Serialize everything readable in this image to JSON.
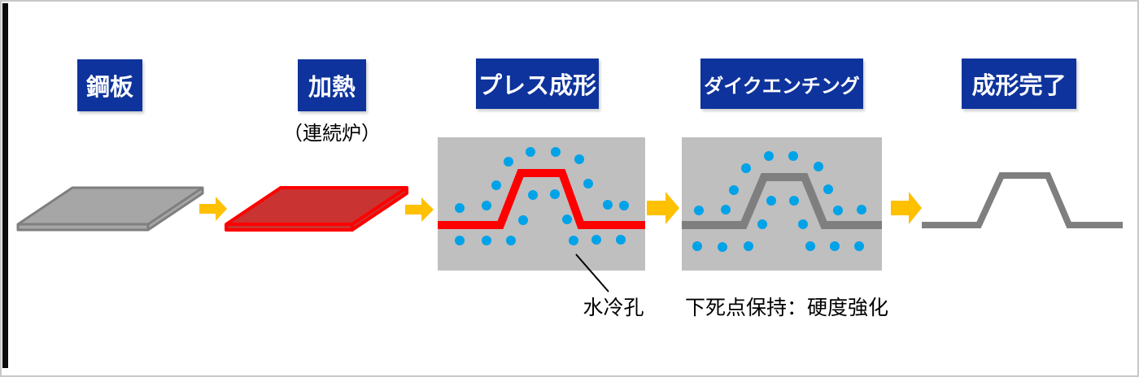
{
  "diagram": {
    "steps": [
      {
        "id": "steel-sheet",
        "label": "鋼板"
      },
      {
        "id": "heating",
        "label": "加熱",
        "note": "（連続炉）"
      },
      {
        "id": "press-forming",
        "label": "プレス成形"
      },
      {
        "id": "die-quenching",
        "label": "ダイクエンチング"
      },
      {
        "id": "forming-complete",
        "label": "成形完了"
      }
    ],
    "annotations": {
      "water_cooling_hole": "水冷孔",
      "bottom_dead_center": "下死点保持：硬度強化"
    }
  },
  "colors": {
    "step-box-bg": "#0E339C",
    "step-box-text": "#FFFFFF",
    "arrow": "#FFC000",
    "die-block": "#BFBFBF",
    "coolant-dot": "#00A2E8",
    "steel-fill": "#A6A6A6",
    "steel-border": "#7F7F7F",
    "heated-fill": "#C93331",
    "heated-border": "#FF0000",
    "profile-red": "#FF0000",
    "profile-grey": "#7F7F7F",
    "annotation-text": "#000000",
    "leader-line": "#000000",
    "sidebar": "#0B0B0B",
    "page-border": "#C8C8C8"
  }
}
